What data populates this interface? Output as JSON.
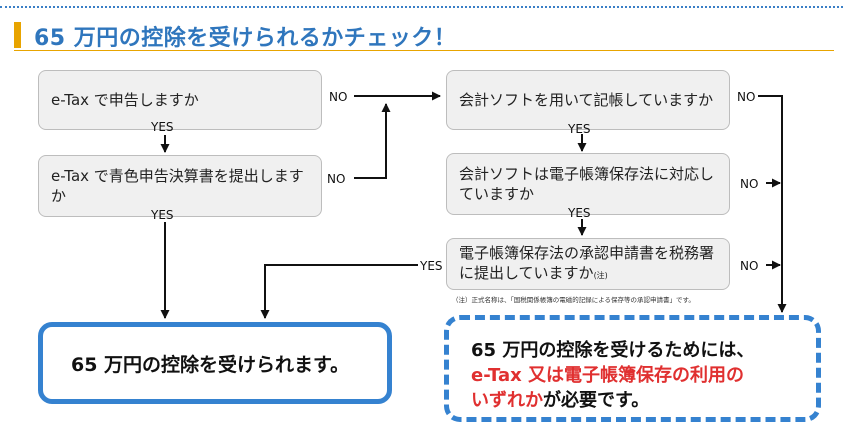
{
  "title": "65 万円の控除を受けられるかチェック！",
  "colors": {
    "accent": "#e8a400",
    "title": "#2f76bd",
    "frame": "#3582d0",
    "emphasis": "#e03030"
  },
  "boxes": {
    "q1": "e-Tax で申告しますか",
    "q2": "e-Tax  で青色申告決算書を提出しますか",
    "q3": "会計ソフトを用いて記帳していますか",
    "q4": "会計ソフトは電子帳簿保存法に対応していますか",
    "q5_main": "電子帳簿保存法の承認申請書を税務署に提出していますか",
    "q5_note_mark": "(注)"
  },
  "labels": {
    "q1_yes": "YES",
    "q1_no": "NO",
    "q2_yes": "YES",
    "q2_no": "NO",
    "q3_yes": "YES",
    "q3_no": "NO",
    "q4_yes": "YES",
    "q4_no": "NO",
    "q5_yes": "YES",
    "q5_no": "NO"
  },
  "footnote": "（注）正式名称は、「国税関係帳簿の電磁的記録による保存等の承認申請書」です。",
  "result": "65 万円の控除を受けられます。",
  "requirement": {
    "line1": "65 万円の控除を受けるためには、",
    "line2": "e-Tax 又は電子帳簿保存の利用の",
    "line3_red": "いずれか",
    "line3_rest": "が必要です。"
  }
}
